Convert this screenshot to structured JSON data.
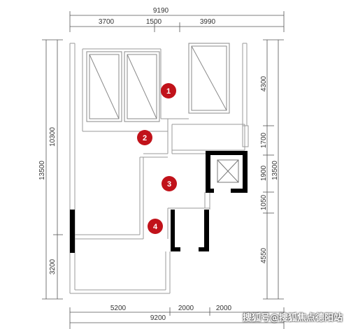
{
  "plan": {
    "dims_top": {
      "total": "9190",
      "segments": [
        "3700",
        "1500",
        "3990"
      ]
    },
    "dims_bottom": {
      "total": "9200",
      "segments": [
        "5200",
        "2000",
        "2000"
      ]
    },
    "dims_left": {
      "total": "13500",
      "segments": [
        "10300",
        "3200"
      ]
    },
    "dims_right": {
      "total": "13500",
      "segments": [
        "4300",
        "1700",
        "1900",
        "1050",
        "4550"
      ]
    },
    "markers": [
      "1",
      "2",
      "3",
      "4"
    ],
    "marker_color": "#c1121a",
    "wall_color": "#000000",
    "line_color": "#9a9a9a"
  },
  "watermark": "搜狐号@搜狐焦点德阳站"
}
